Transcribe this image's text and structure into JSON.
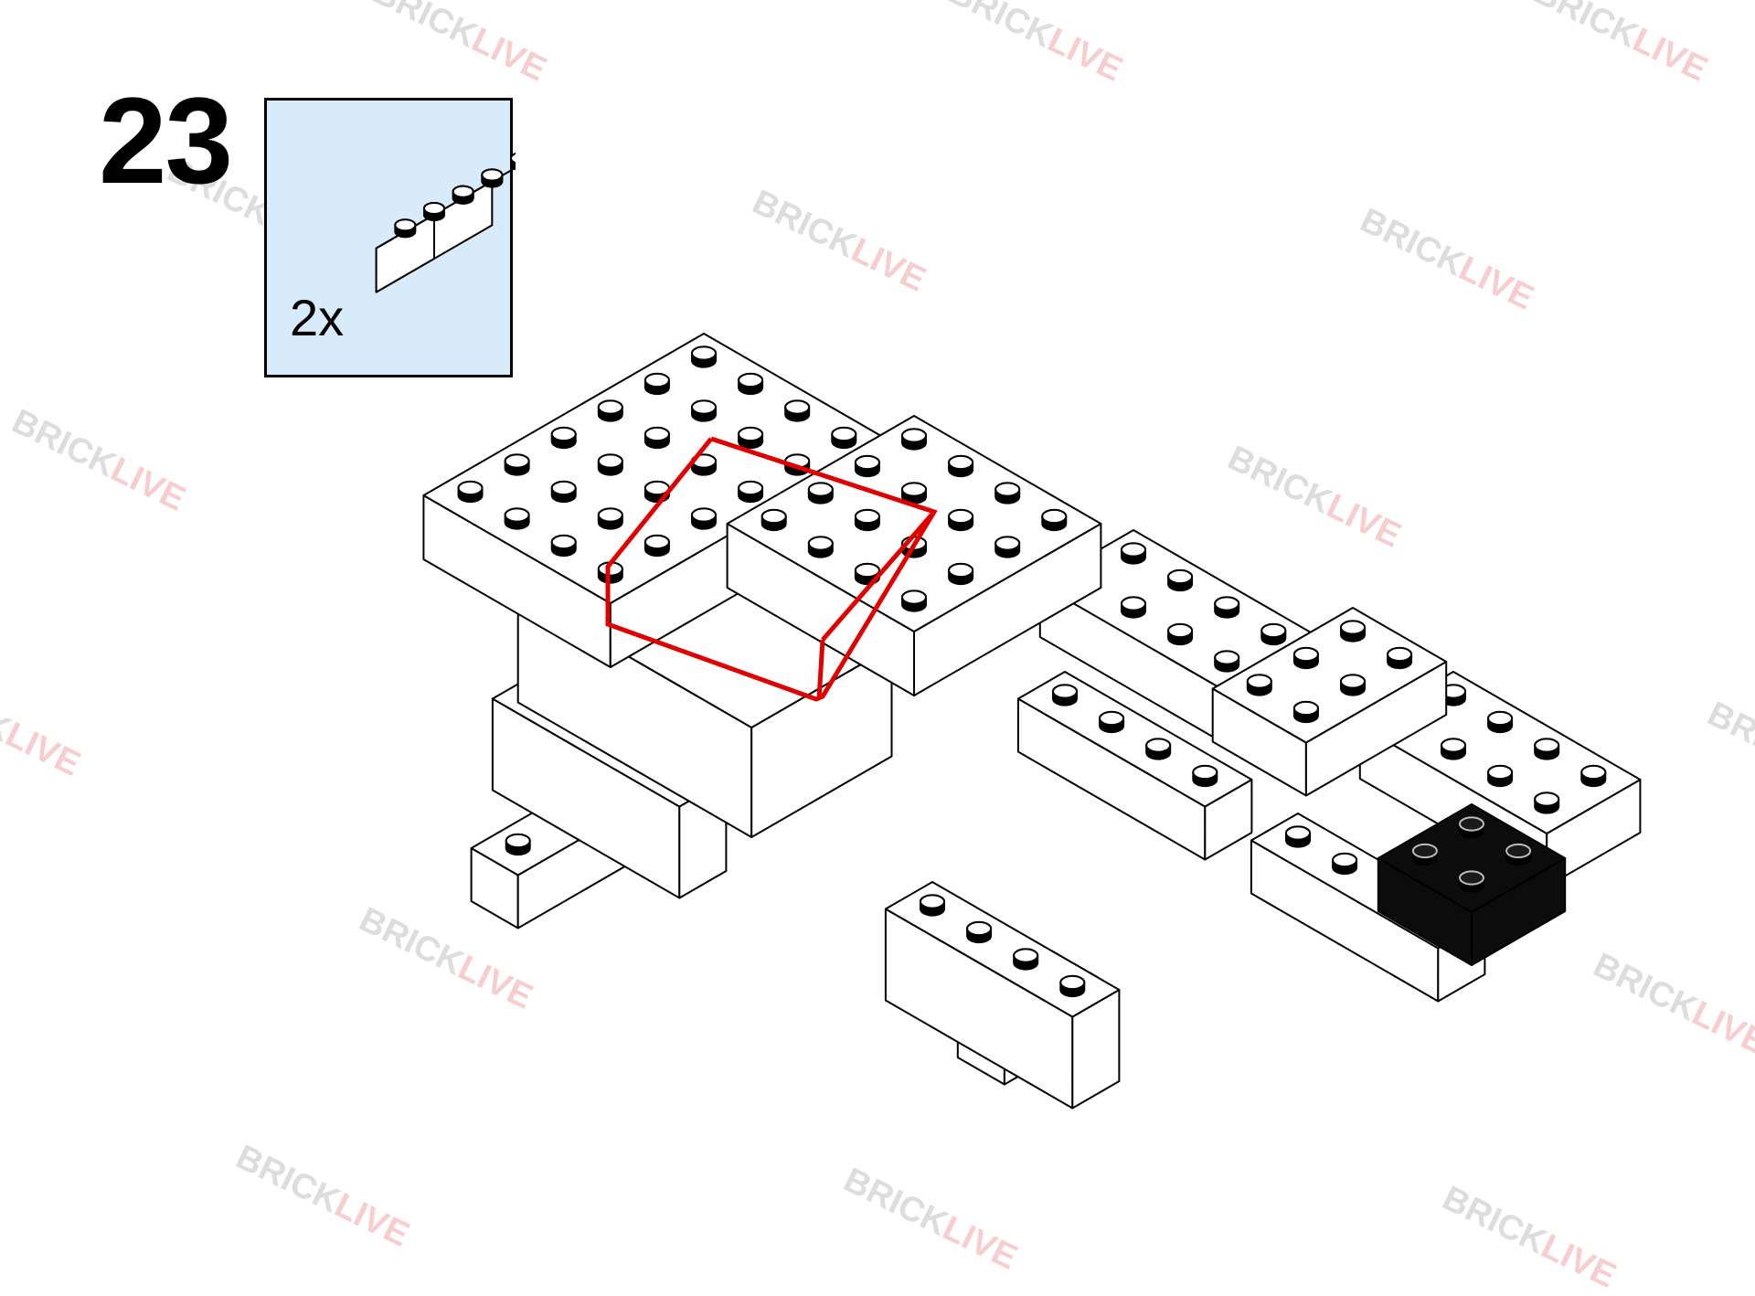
{
  "step": {
    "number": "23"
  },
  "parts": {
    "quantity": "2x",
    "part_icon": "brick-2x4-icon",
    "background": "#d7ebfa"
  },
  "watermark": {
    "brand_a": "BRICK",
    "brand_b": "LIVE",
    "color_a": "#6a6a6a",
    "color_b": "#e22020"
  },
  "highlight_color": "#e00000",
  "brick_colors": {
    "white": "#ffffff",
    "black": "#0c0c0c",
    "outline": "#000000"
  }
}
